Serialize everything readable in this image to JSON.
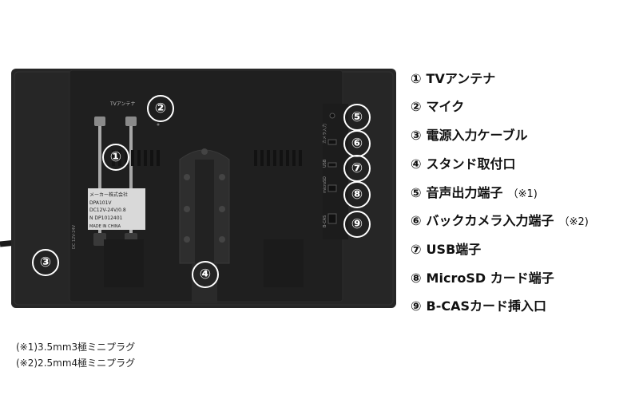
{
  "legend": [
    {
      "num": "①",
      "label": "TVアンテナ",
      "note": ""
    },
    {
      "num": "②",
      "label": "マイク",
      "note": ""
    },
    {
      "num": "③",
      "label": "電源入力ケーブル",
      "note": ""
    },
    {
      "num": "④",
      "label": "スタンド取付口",
      "note": ""
    },
    {
      "num": "⑤",
      "label": "音声出力端子",
      "note": "（※1)"
    },
    {
      "num": "⑥",
      "label": "バックカメラ入力端子",
      "note": "（※2)"
    },
    {
      "num": "⑦",
      "label": "USB端子",
      "note": ""
    },
    {
      "num": "⑧",
      "label": "MicroSD カード端子",
      "note": ""
    },
    {
      "num": "⑨",
      "label": "B-CASカード挿入口",
      "note": ""
    }
  ],
  "footnotes": [
    "(※1)3.5mm3極ミニプラグ",
    "(※2)2.5mm4極ミニプラグ"
  ],
  "callouts": [
    "①",
    "②",
    "③",
    "④",
    "⑤",
    "⑥",
    "⑦",
    "⑧",
    "⑨"
  ],
  "device_labels": {
    "antenna_label": "TVアンテナ",
    "sticker_line1": "メーカー株式会社",
    "sticker_model": "DPA101V",
    "sticker_power": "DC12V-24V/0.8",
    "sticker_serial": "N DP1012401",
    "sticker_origin": "MADE IN CHINA",
    "port_camera": "カメラ入力",
    "port_usb": "USB",
    "port_sd": "microSD",
    "port_bcas": "B-CAS",
    "dc_label": "DC 12V-24V"
  }
}
